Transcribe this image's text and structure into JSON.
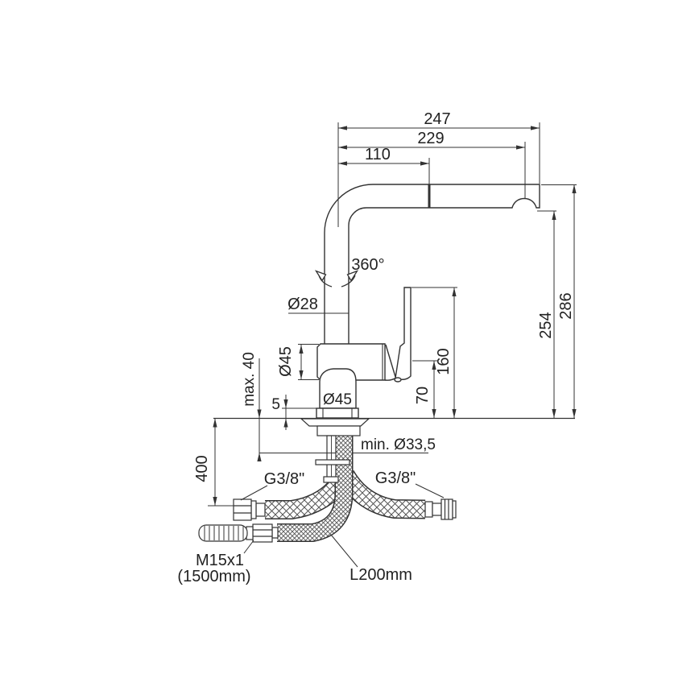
{
  "diagram": {
    "title": "kitchen mixer tap with pull-out spray - dimensional drawing",
    "top_dims": {
      "overall_reach": "247",
      "reach_to_outlet": "229",
      "reach_to_joint": "110"
    },
    "right_dims": {
      "overall_height": "286",
      "outlet_height": "254",
      "lever_height": "160",
      "body_height": "70"
    },
    "spout": {
      "rotation": "360°",
      "pipe_diameter": "Ø28"
    },
    "body": {
      "body_diameter": "Ø45",
      "column_diameter": "Ø45",
      "counter_max_thickness": "max. 40",
      "base_gap": "5"
    },
    "below_deck": {
      "min_hole": "min. Ø33,5",
      "drop_to_hose": "400",
      "left_hose_thread": "G3/8\"",
      "right_hose_thread": "G3/8\"",
      "spray_hose_thread": "M15x1",
      "spray_hose_length": "(1500mm)",
      "supply_hose_length": "L200mm"
    },
    "colors": {
      "line": "#333333",
      "text": "#222222",
      "background": "#ffffff"
    }
  }
}
